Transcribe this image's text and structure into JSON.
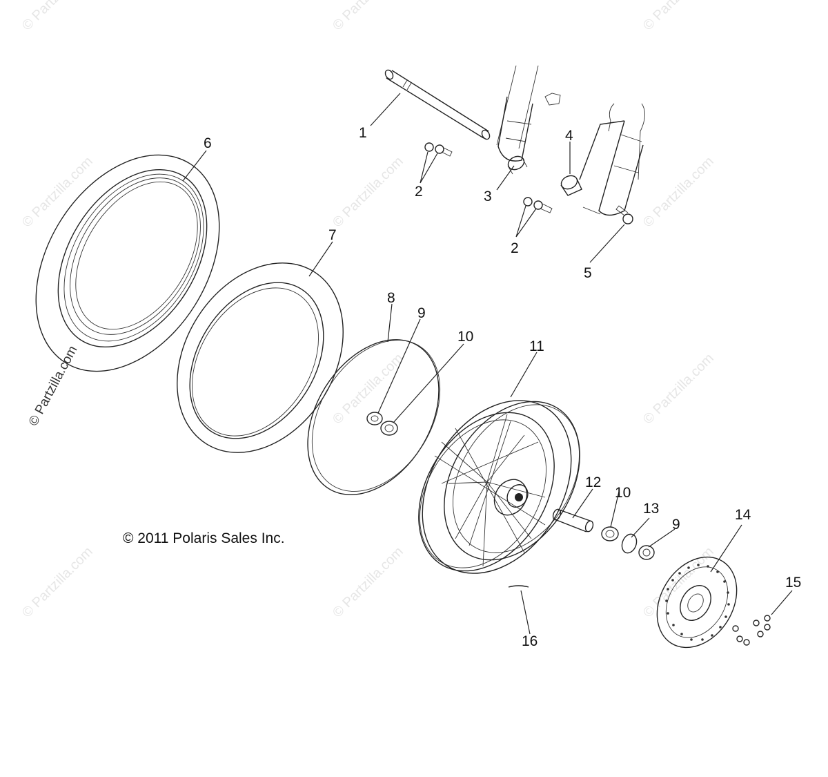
{
  "copyright": "© 2011 Polaris Sales Inc.",
  "watermark_text": "© Partzilla.com",
  "watermark_side_text": "© Partzilla.com",
  "callouts": [
    {
      "id": "c1",
      "label": "1"
    },
    {
      "id": "c2a",
      "label": "2"
    },
    {
      "id": "c2b",
      "label": "2"
    },
    {
      "id": "c3",
      "label": "3"
    },
    {
      "id": "c4",
      "label": "4"
    },
    {
      "id": "c5",
      "label": "5"
    },
    {
      "id": "c6",
      "label": "6"
    },
    {
      "id": "c7",
      "label": "7"
    },
    {
      "id": "c8",
      "label": "8"
    },
    {
      "id": "c9a",
      "label": "9"
    },
    {
      "id": "c10a",
      "label": "10"
    },
    {
      "id": "c11",
      "label": "11"
    },
    {
      "id": "c12",
      "label": "12"
    },
    {
      "id": "c10b",
      "label": "10"
    },
    {
      "id": "c13",
      "label": "13"
    },
    {
      "id": "c9b",
      "label": "9"
    },
    {
      "id": "c14",
      "label": "14"
    },
    {
      "id": "c15",
      "label": "15"
    },
    {
      "id": "c16",
      "label": "16"
    }
  ]
}
